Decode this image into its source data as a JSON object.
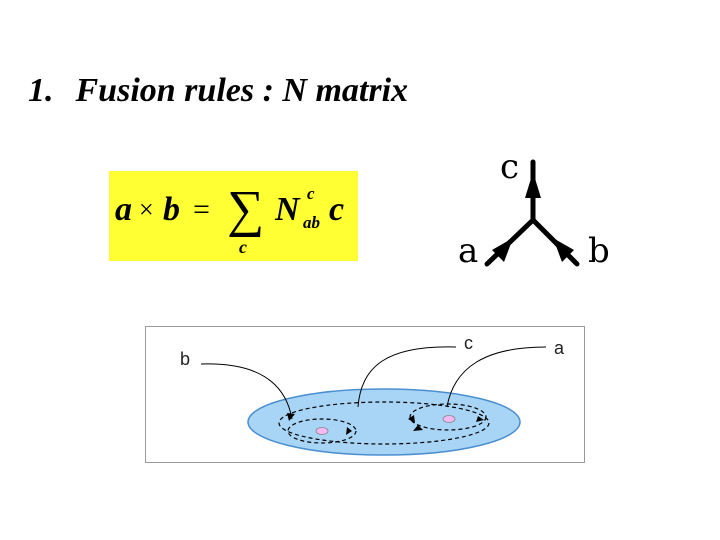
{
  "slide": {
    "number": "1.",
    "title": "Fusion rules : N matrix"
  },
  "formula": {
    "lhs_a": "a",
    "times": "×",
    "lhs_b": "b",
    "equals": "=",
    "sigma": "∑",
    "sum_index": "c",
    "N": "N",
    "superscript": "c",
    "subscript": "ab",
    "rhs_c": "c",
    "background_color": "#ffff33"
  },
  "vertex": {
    "top_label": "c",
    "left_label": "a",
    "right_label": "b"
  },
  "diagram": {
    "label_b": "b",
    "label_c": "c",
    "label_a": "a",
    "disk_color": "#a8d4f5",
    "puncture_color": "#f4b9f2"
  }
}
